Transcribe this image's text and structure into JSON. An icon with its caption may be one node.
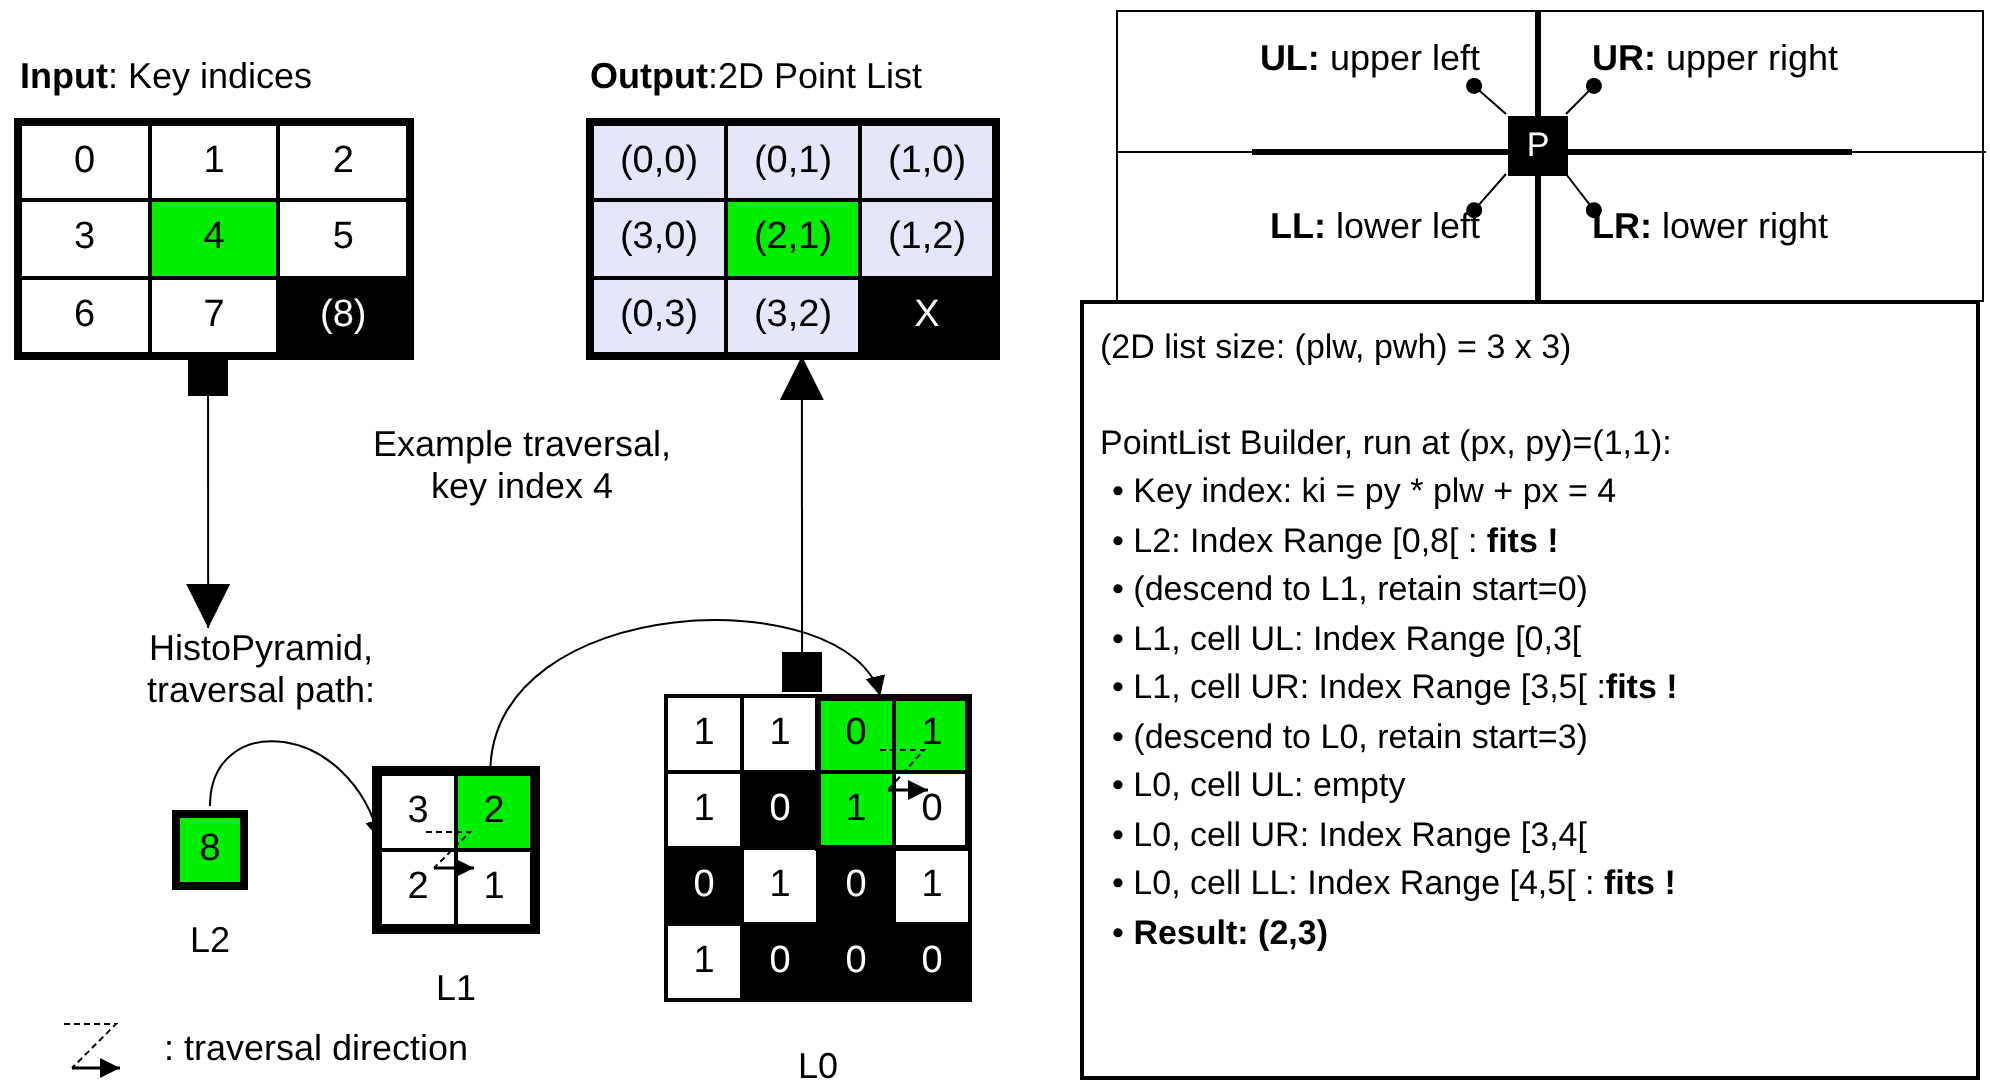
{
  "diagram": {
    "nodes": [
      {
        "text": [
          "**Input**: Key indices"
        ]
      },
      {
        "text": [
          "0"
        ],
        "in": 0
      },
      {
        "text": [
          "1"
        ],
        "in": 0
      },
      {
        "text": [
          "2"
        ],
        "in": 0
      },
      {
        "text": [
          "3"
        ],
        "in": 0
      },
      {
        "text": [
          "4"
        ],
        "in": 0
      },
      {
        "text": [
          "5"
        ],
        "in": 0
      },
      {
        "text": [
          "6"
        ],
        "in": 0
      },
      {
        "text": [
          "7"
        ],
        "in": 0
      },
      {
        "text": [
          "(8)"
        ],
        "in": 0
      },
      {
        "text": [
          "**Output**:2D Point List"
        ]
      },
      {
        "text": [
          "(0,0)"
        ],
        "in": 10
      },
      {
        "text": [
          "(0,1)"
        ],
        "in": 10
      },
      {
        "text": [
          "(1,0)"
        ],
        "in": 10
      },
      {
        "text": [
          "(3,0)"
        ],
        "in": 10
      },
      {
        "text": [
          "(2,1)"
        ],
        "in": 10
      },
      {
        "text": [
          "(1,2)"
        ],
        "in": 10
      },
      {
        "text": [
          "(0,3)"
        ],
        "in": 10
      },
      {
        "text": [
          "(3,2)"
        ],
        "in": 10
      },
      {
        "text": [
          "X"
        ],
        "in": 10
      },
      {
        "text": [],
        "shape": "box"
      },
      {
        "text": [
          "**UL:** upper left"
        ],
        "in": 20
      },
      {
        "text": [
          "**UR:** upper right"
        ],
        "in": 20
      },
      {
        "text": [
          "P"
        ],
        "in": 20
      },
      {
        "text": [
          "**LL:** lower left"
        ],
        "in": 20
      },
      {
        "text": [
          "**LR:** lower right"
        ],
        "in": 20
      },
      {
        "text": [
          "HistoPyramid, traversal path:"
        ]
      },
      {
        "text": [
          "8"
        ],
        "beside": [
          "L2"
        ]
      },
      {
        "text": [],
        "shape": "box",
        "beside": [
          "L1"
        ]
      },
      {
        "text": [
          "3"
        ],
        "in": 28
      },
      {
        "text": [
          "2"
        ],
        "in": 28
      },
      {
        "text": [
          "2"
        ],
        "in": 28
      },
      {
        "text": [
          "1"
        ],
        "in": 28
      },
      {
        "text": [],
        "shape": "box",
        "beside": [
          "L0"
        ]
      },
      {
        "text": [
          "1"
        ],
        "in": 33
      },
      {
        "text": [
          "1"
        ],
        "in": 33
      },
      {
        "text": [
          "0"
        ],
        "in": 33
      },
      {
        "text": [
          "1"
        ],
        "in": 33
      },
      {
        "text": [
          "1"
        ],
        "in": 33
      },
      {
        "text": [
          "0"
        ],
        "in": 33
      },
      {
        "text": [
          "1"
        ],
        "in": 33
      },
      {
        "text": [
          "0"
        ],
        "in": 33
      },
      {
        "text": [
          "0"
        ],
        "in": 33
      },
      {
        "text": [
          "1"
        ],
        "in": 33
      },
      {
        "text": [
          "0"
        ],
        "in": 33
      },
      {
        "text": [
          "1"
        ],
        "in": 33
      },
      {
        "text": [
          "1"
        ],
        "in": 33
      },
      {
        "text": [
          "0"
        ],
        "in": 33
      },
      {
        "text": [
          "0"
        ],
        "in": 33
      },
      {
        "text": [
          "0"
        ],
        "in": 33
      },
      {
        "text": [
          "(2D list size: (plw, pwh) = 3 x 3)",
          "PointList Builder, run at (px, py)=(1,1):",
          "• Key index: ki = py * plw + px = 4",
          "• L2: Index Range [0,8[ : **fits  !**",
          "• (descend to L1, retain start=0)",
          "• L1, cell UL: Index Range [0,3[",
          "• L1, cell UR: Index Range [3,5[ :**fits !**",
          "• (descend to L0, retain start=3)",
          "• L0, cell UL: empty",
          "• L0, cell UR: Index Range [3,4[",
          "• L0, cell LL: Index Range [4,5[ : **fits !**",
          "• **Result: (2,3)**"
        ]
      }
    ],
    "edges": [
      {
        "from": 0,
        "to": 26,
        "arrow": "to"
      },
      {
        "from": 33,
        "to": 10,
        "arrow": "to"
      },
      {
        "from": 27,
        "to": 29,
        "arrow": "to"
      },
      {
        "from": 30,
        "to": 36,
        "arrow": "to"
      },
      {
        "from": 23,
        "to": 21,
        "arrow": "other"
      },
      {
        "from": 23,
        "to": 22,
        "arrow": "other"
      },
      {
        "from": 23,
        "to": 24,
        "arrow": "other"
      },
      {
        "from": 23,
        "to": 25,
        "arrow": "other"
      }
    ],
    "labels": [
      "Example traversal, key index 4"
    ],
    "legend": [
      {
        "text": ": traversal direction"
      }
    ]
  }
}
